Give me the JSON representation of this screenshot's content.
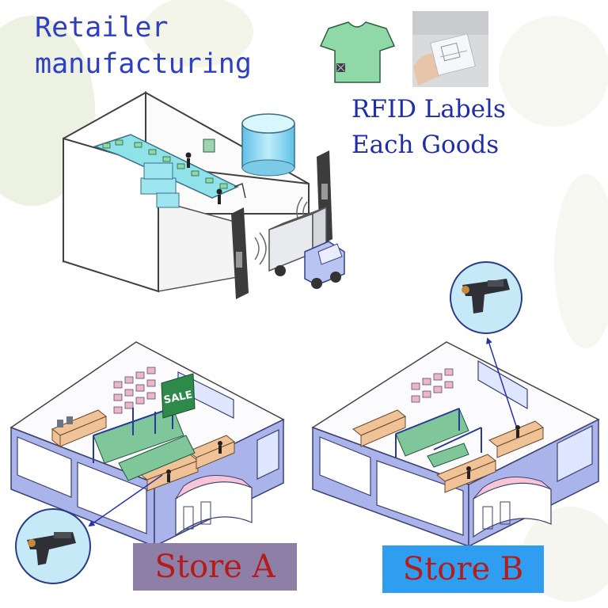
{
  "title": {
    "line1": "Retailer",
    "line2": "manufacturing"
  },
  "rfid_caption": {
    "line1": "RFID Labels",
    "line2": "Each Goods"
  },
  "sale_sign": "SALE",
  "stores": [
    {
      "label": "Store A"
    },
    {
      "label": "Store B"
    }
  ],
  "icons": {
    "shirt": "tshirt-with-rfid-tag-icon",
    "tag": "rfid-label-in-hand-icon",
    "reader": "handheld-rfid-reader-icon",
    "portal": "rfid-portal-antenna-icon",
    "truck": "delivery-truck-icon",
    "tank": "storage-tank-icon",
    "worker": "worker-figure-icon"
  },
  "colors": {
    "heading_text": "#2f3fc4",
    "caption_text": "#1f2ea8",
    "store_label_text": "#b41c1c",
    "store_a_bg": "#8e7fa6",
    "store_b_bg": "#2f9ef1",
    "wall": "#aab4ea",
    "conveyor": "#8fe3e8",
    "shirt": "#8fd8a8",
    "counter": "#efc298",
    "sale_sign": "#2d8a4a",
    "reader_bubble": "#c6e9f8",
    "arrow": "#2633a8"
  }
}
